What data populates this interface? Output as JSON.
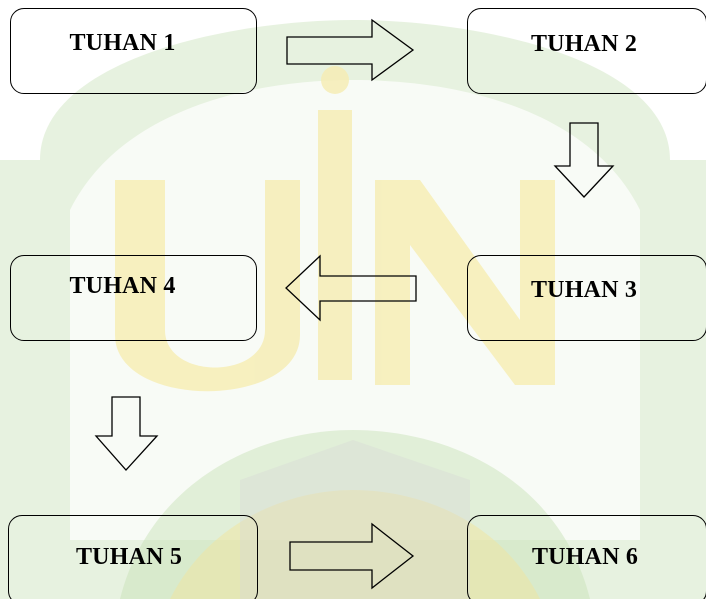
{
  "diagram": {
    "boxes": [
      {
        "label": "TUHAN 1"
      },
      {
        "label": "TUHAN 2"
      },
      {
        "label": "TUHAN 3"
      },
      {
        "label": "TUHAN 4"
      },
      {
        "label": "TUHAN 5"
      },
      {
        "label": "TUHAN 6"
      }
    ],
    "flow": [
      {
        "from": "TUHAN 1",
        "to": "TUHAN 2",
        "direction": "right"
      },
      {
        "from": "TUHAN 2",
        "to": "TUHAN 3",
        "direction": "down"
      },
      {
        "from": "TUHAN 3",
        "to": "TUHAN 4",
        "direction": "left"
      },
      {
        "from": "TUHAN 4",
        "to": "TUHAN 5",
        "direction": "down"
      },
      {
        "from": "TUHAN 5",
        "to": "TUHAN 6",
        "direction": "right"
      }
    ]
  },
  "watermark": {
    "name": "UIN university logo watermark",
    "colors": {
      "green": "#d4e8c6",
      "green_dark": "#c5dfb3",
      "yellow": "#f6edb2",
      "yellow_deep": "#f3e49a"
    }
  },
  "colors": {
    "stroke": "#000000",
    "text": "#000000",
    "background": "#ffffff"
  }
}
